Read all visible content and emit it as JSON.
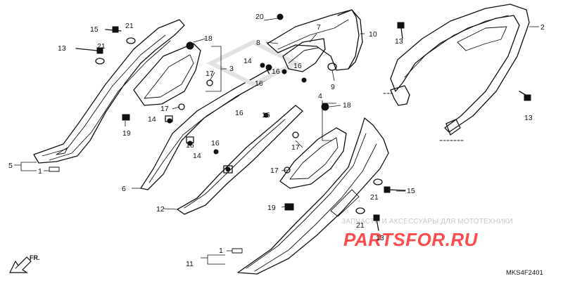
{
  "diagram_code": "MKS4F2401",
  "direction_label": "FR.",
  "watermark": {
    "subtitle": "ЗАПЧАСТИ И АКСЕССУАРЫ ДЛЯ МОТОТЕХНИКИ",
    "brand": "PARTSFOR.RU",
    "brand_color": "#ff4b4b"
  },
  "callouts": {
    "c1": "1",
    "c1b": "1",
    "c2": "2",
    "c3": "3",
    "c4": "4",
    "c5": "5",
    "c6": "6",
    "c7": "7",
    "c8": "8",
    "c9": "9",
    "c10": "10",
    "c11": "11",
    "c12": "12",
    "c13a": "13",
    "c13b": "13",
    "c13c": "13",
    "c13d": "13",
    "c14a": "14",
    "c14b": "14",
    "c14c": "14",
    "c15a": "15",
    "c15b": "15",
    "c16a": "16",
    "c16b": "16",
    "c16c": "16",
    "c16d": "16",
    "c16e": "16",
    "c16f": "16",
    "c16g": "16",
    "c17a": "17",
    "c17b": "17",
    "c17c": "17",
    "c17d": "17",
    "c18a": "18",
    "c18b": "18",
    "c19a": "19",
    "c19b": "19",
    "c20": "20",
    "c21a": "21",
    "c21b": "21",
    "c21c": "21",
    "c21d": "21"
  }
}
